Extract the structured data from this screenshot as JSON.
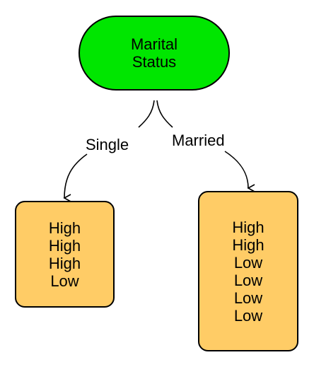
{
  "colors": {
    "root_fill": "#00e600",
    "leaf_fill": "#ffcc66",
    "stroke": "#000000",
    "background": "#ffffff"
  },
  "root": {
    "lines": [
      "Marital",
      "Status"
    ]
  },
  "branches": {
    "left_label": "Single",
    "right_label": "Married"
  },
  "leaves": {
    "left": [
      "High",
      "High",
      "High",
      "Low"
    ],
    "right": [
      "High",
      "High",
      "Low",
      "Low",
      "Low",
      "Low"
    ]
  }
}
